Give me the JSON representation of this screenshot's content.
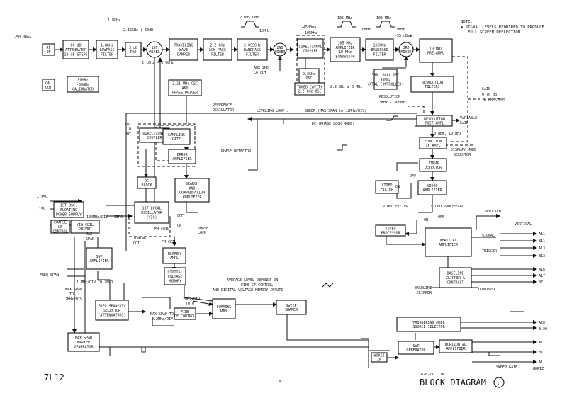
{
  "corner": {
    "model": "7L12",
    "title": "BLOCK DIAGRAM",
    "sheet": "1",
    "date": "4-6-71",
    "initials": "DL",
    "page_mark": "⊗"
  },
  "notes": {
    "head": "NOTE:",
    "line1": "✱ SIGNAL LEVELS REQUIRED TO PRODUCE",
    "line2": "FULL SCREEN DEFLECTION"
  },
  "boxes": [
    {
      "id": "b-atten",
      "l": [
        "60 dB",
        "ATTENUATOR",
        "10 dB STEPS"
      ]
    },
    {
      "id": "b-lpf18",
      "l": [
        "1.8GHz",
        "LOWPASS",
        "FILTER"
      ]
    },
    {
      "id": "b-pad",
      "l": [
        "3 dB",
        "PAD"
      ]
    },
    {
      "id": "b-twd",
      "l": [
        "TRAVELING",
        "WAVE",
        "DAMPER"
      ]
    },
    {
      "id": "b-lpf22",
      "l": [
        "2.2 GHz",
        "LOW PASS",
        "FILTER"
      ]
    },
    {
      "id": "b-bpf2",
      "l": [
        "2.0956Hz",
        "BANDPASS",
        "FILTER"
      ]
    },
    {
      "id": "b-dc2",
      "l": [
        "DIRECTIONAL",
        "COUPLER"
      ]
    },
    {
      "id": "b-osc22",
      "l": [
        "2.2GHz",
        "OSC"
      ]
    },
    {
      "id": "b-tc",
      "l": [
        "TUNED CAVITY",
        "2.2 GHz OSC"
      ]
    },
    {
      "id": "b-amp105",
      "l": [
        "105 MHz",
        "AMPLIFIER",
        "10 MHz",
        "BANDWIDTH"
      ]
    },
    {
      "id": "b-bpf105",
      "l": [
        "105MHz",
        "BANDPASS",
        "FILTER"
      ]
    },
    {
      "id": "b-pre",
      "l": [
        "10 MHz",
        "PRE-AMPL"
      ]
    },
    {
      "id": "b-xtal",
      "l": [
        "380 LOCAL OSC",
        "95MHz",
        "(XTAL CONTROLLED)"
      ]
    },
    {
      "id": "b-resf",
      "l": [
        "RESOLUTION",
        "FILTERS"
      ]
    },
    {
      "id": "b-cal",
      "l": [
        "50MHz",
        "-30dBm",
        "CALIBRATOR"
      ]
    },
    {
      "id": "b-ref",
      "l": [
        "2.21 MHz OSC",
        "AND",
        "PHASE DRIVER"
      ]
    },
    {
      "id": "b-dc1",
      "l": [
        "DIRECTIONAL",
        "COUPLER"
      ]
    },
    {
      "id": "b-sg",
      "l": [
        "SAMPLING",
        "GATE"
      ]
    },
    {
      "id": "b-err",
      "l": [
        "ERROR",
        "AMPLIFIER"
      ]
    },
    {
      "id": "b-dcb",
      "l": [
        "DC",
        "BLOCK"
      ]
    },
    {
      "id": "b-search",
      "l": [
        "SEARCH",
        "AND",
        "COMPENSATION",
        "AMPLIFIER"
      ]
    },
    {
      "id": "b-flps",
      "l": [
        "1ST OSC.",
        "FLOATING",
        "POWER SUPPLY"
      ]
    },
    {
      "id": "b-lo1",
      "l": [
        "1ST LOCAL",
        "OSCILLATOR",
        "(YIG)"
      ]
    },
    {
      "id": "b-yig",
      "l": [
        "YIG COIL",
        "DRIVER"
      ]
    },
    {
      "id": "b-coarse",
      "l": [
        "COARSE",
        "LF",
        "CONTROL"
      ]
    },
    {
      "id": "b-swpamp",
      "l": [
        "SWP",
        "AMPLIFIER"
      ]
    },
    {
      "id": "b-buf",
      "l": [
        "BUFFER",
        "AMPL"
      ]
    },
    {
      "id": "b-dvm",
      "l": [
        "DIGITAL",
        "VOLTAGE",
        "MEMORY"
      ]
    },
    {
      "id": "b-fss",
      "l": [
        "FREQ SPAN/DIV",
        "SELECTOR",
        "(ATTENUATORS)"
      ]
    },
    {
      "id": "b-fine",
      "l": [
        "FINE",
        "CF CONTROL"
      ]
    },
    {
      "id": "b-sum",
      "l": [
        "SUMMING",
        "AMPL"
      ]
    },
    {
      "id": "b-shaper",
      "l": [
        "SWEEP",
        "SHAPER"
      ]
    },
    {
      "id": "b-maxspan",
      "l": [
        "MAX SPAN",
        "MARKER",
        "GENERATOR"
      ]
    },
    {
      "id": "b-rpa",
      "l": [
        "RESOLUTION",
        "POST AMPL"
      ]
    },
    {
      "id": "b-fia",
      "l": [
        "FUNCTION",
        "IF AMPL"
      ]
    },
    {
      "id": "b-lind",
      "l": [
        "LINEAR",
        "DETECTOR"
      ]
    },
    {
      "id": "b-vf",
      "l": [
        "VIDEO",
        "FILTER"
      ]
    },
    {
      "id": "b-va",
      "l": [
        "VIDEO",
        "AMPLIFIER"
      ]
    },
    {
      "id": "b-vp",
      "l": [
        "VIDEO",
        "PROCESSOR"
      ]
    },
    {
      "id": "b-vert",
      "l": [
        "VERTICAL",
        "AMPLIFIER"
      ]
    },
    {
      "id": "b-base",
      "l": [
        "BASELINE",
        "CLIPPER &",
        "CONTRAST"
      ]
    },
    {
      "id": "b-trig",
      "l": [
        "TRIGGERING MODE",
        "SOURCE SELECTOR"
      ]
    },
    {
      "id": "b-horiz",
      "l": [
        "HORIZONTAL",
        "AMPLIFIER"
      ]
    },
    {
      "id": "b-swpgen",
      "l": [
        "SWP",
        "GENERATOR"
      ]
    },
    {
      "id": "b-hin",
      "l": [
        "HORIZ",
        "IN"
      ]
    },
    {
      "id": "b-rfin",
      "l": [
        "RF",
        "IN"
      ]
    },
    {
      "id": "b-calout",
      "l": [
        "CAL",
        "OUT"
      ]
    }
  ],
  "mixers": [
    {
      "id": "m1",
      "l": "1ST MIXER"
    },
    {
      "id": "m2",
      "l": "2ND MIXER"
    },
    {
      "id": "m3",
      "l": "3RD MIXER"
    }
  ],
  "labels": [
    {
      "id": "l-50dbm",
      "t": "-50 dBm✱"
    },
    {
      "id": "l-18g",
      "t": "1.8GHz"
    },
    {
      "id": "l-216",
      "t": "2.16GHz (-50dB)"
    },
    {
      "id": "l-2095",
      "t": "2.095 GHz"
    },
    {
      "id": "l-10m",
      "t": "10MHz"
    },
    {
      "id": "l-45",
      "t": "-45dBm✱"
    },
    {
      "id": "l-105a",
      "t": "105MHz"
    },
    {
      "id": "l-105b",
      "t": "105 MHz"
    },
    {
      "id": "l-10mb",
      "t": "10MHz"
    },
    {
      "id": "l-105c",
      "t": "105 MHz"
    },
    {
      "id": "l-3m",
      "t": "3MHz"
    },
    {
      "id": "l-55",
      "t": "-55 dBm✱"
    },
    {
      "id": "l-auxlo2",
      "t": "AUX 2ND"
    },
    {
      "id": "l-auxlo2b",
      "t": "LO OUT"
    },
    {
      "id": "l-range",
      "t": "2.1GHz — 3.9GHz"
    },
    {
      "id": "l-22g5m",
      "t": "2.2 GHz ± 5 MHz"
    },
    {
      "id": "l-res",
      "t": "RESOLUTION"
    },
    {
      "id": "l-res2",
      "t": "3MHz - 300Hz"
    },
    {
      "id": "l-gain",
      "t": "GAIN"
    },
    {
      "id": "l-gain2",
      "t": "0-70 dB"
    },
    {
      "id": "l-gain3",
      "t": "10 dB STEPS"
    },
    {
      "id": "l-refosc",
      "t": "REFERENCE"
    },
    {
      "id": "l-refosc2",
      "t": "OSCILLATOR"
    },
    {
      "id": "l-level",
      "t": "LEVELING LOOP :"
    },
    {
      "id": "l-sweep",
      "t": "SWEEP (MAX SPAN to .2MHz/DIV)"
    },
    {
      "id": "l-dcpl",
      "t": "DC (PHASE LOCK MODE)"
    },
    {
      "id": "l-vgain",
      "t": "VARIABLE"
    },
    {
      "id": "l-vgain2",
      "t": "GAIN"
    },
    {
      "id": "l-10m2",
      "t": "0 dBm, 10 MHz"
    },
    {
      "id": "l-dispmode",
      "t": "DISPLAY MODE"
    },
    {
      "id": "l-dispmode2",
      "t": "SELECTOR"
    },
    {
      "id": "l-aux1",
      "t": "AUX"
    },
    {
      "id": "l-aux2",
      "t": "L.O."
    },
    {
      "id": "l-aux3",
      "t": "OUT"
    },
    {
      "id": "l-pdet",
      "t": "PHASE DETECTOR"
    },
    {
      "id": "l-15p",
      "t": "+ 15V"
    },
    {
      "id": "l-15m",
      "t": "-15V"
    },
    {
      "id": "l-100m",
      "t": "100MHz/DIV — ZERO"
    },
    {
      "id": "l-off",
      "t": "OFF"
    },
    {
      "id": "l-on",
      "t": "ON"
    },
    {
      "id": "l-plock",
      "t": "PHASE"
    },
    {
      "id": "l-plock2",
      "t": "LOCK"
    },
    {
      "id": "l-tune",
      "t": "TUNING"
    },
    {
      "id": "l-tune2",
      "t": "COIL"
    },
    {
      "id": "l-fm",
      "t": "FM COIL"
    },
    {
      "id": "l-fm2",
      "t": "FM COIL"
    },
    {
      "id": "l-mxs",
      "t": "MAX"
    },
    {
      "id": "l-mxs2",
      "t": "SPAN"
    },
    {
      "id": "l-fspan",
      "t": "FREQ SPAN"
    },
    {
      "id": "l-1mz",
      "t": ".1 MHz/DIV TO ZERO"
    },
    {
      "id": "l-mst",
      "t": "MAX SPAN"
    },
    {
      "id": "l-mst2",
      "t": "TO"
    },
    {
      "id": "l-mst3",
      "t": "2MHz/DIV"
    },
    {
      "id": "l-avg",
      "t": "AVERAGE LEVEL DEPENDS ON"
    },
    {
      "id": "l-avg2",
      "t": "FINE CF CONTROL"
    },
    {
      "id": "l-avg3",
      "t": "AND DIGITAL VOLTAGE MEMORY INPUTS"
    },
    {
      "id": "l-2mz",
      "t": "2MHz/DIV"
    },
    {
      "id": "l-2mz2",
      "t": "TO 0"
    },
    {
      "id": "l-msp",
      "t": "MAX SPAN TO"
    },
    {
      "id": "l-msp2",
      "t": "0.2MHz/DIV"
    },
    {
      "id": "l-vfil",
      "t": "VIDEO FILTER"
    },
    {
      "id": "l-vproc",
      "t": "VIDEO PROCESSOR"
    },
    {
      "id": "l-vout",
      "t": "VERT OUT"
    },
    {
      "id": "l-vertical",
      "t": "VERTICAL"
    },
    {
      "id": "l-signal",
      "t": "SIGNAL"
    },
    {
      "id": "l-trigger",
      "t": "TRIGGER"
    },
    {
      "id": "l-a11",
      "t": "A11"
    },
    {
      "id": "l-b11",
      "t": "B11"
    },
    {
      "id": "l-a13",
      "t": "A13"
    },
    {
      "id": "l-b13",
      "t": "B13"
    },
    {
      "id": "l-a16",
      "t": "A16"
    },
    {
      "id": "l-a17",
      "t": "A17"
    },
    {
      "id": "l-b7",
      "t": "B7"
    },
    {
      "id": "l-bclip",
      "t": "BASELINE"
    },
    {
      "id": "l-bclip2",
      "t": "CLIPPER"
    },
    {
      "id": "l-contrast",
      "t": "CONTRAST"
    },
    {
      "id": "l-a20",
      "t": "A20"
    },
    {
      "id": "l-b20",
      "t": "B 20"
    },
    {
      "id": "l-ha11",
      "t": "A11"
    },
    {
      "id": "l-hb11",
      "t": "B11"
    },
    {
      "id": "l-ha1",
      "t": "A1"
    },
    {
      "id": "l-sgate",
      "t": "SWEEP GATE"
    },
    {
      "id": "l-horiz",
      "t": "HORIZ"
    },
    {
      "id": "l-off2",
      "t": "OFF"
    },
    {
      "id": "l-on2",
      "t": "ON"
    },
    {
      "id": "l-off3",
      "t": "OFF"
    },
    {
      "id": "l-on3",
      "t": "ON"
    }
  ]
}
